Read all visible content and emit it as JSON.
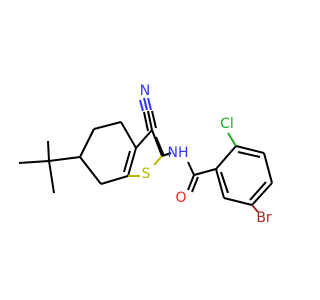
{
  "molecule": {
    "atoms": {
      "nitrile_n": "N",
      "amide_nh": "NH",
      "thiophene_s": "S",
      "carbonyl_o": "O",
      "chlorine": "Cl",
      "bromine": "Br"
    },
    "colors": {
      "carbon_bond": "#000000",
      "nitrogen": "#3333ff",
      "sulfur": "#b8b800",
      "oxygen": "#ff2222",
      "chlorine": "#22aa22",
      "bromine": "#a52a2a"
    }
  }
}
